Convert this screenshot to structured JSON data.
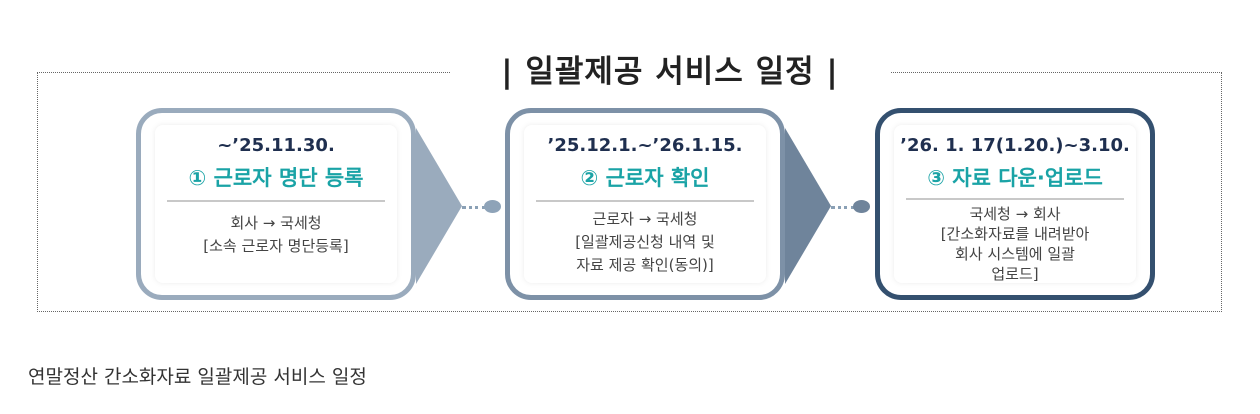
{
  "title": "| 일괄제공 서비스 일정 |",
  "steps": [
    {
      "date": "~’25.11.30.",
      "label": "① 근로자 명단 등록",
      "desc": "회사 → 국세청\n[소속 근로자 명단등록]",
      "color": "#9aabbd"
    },
    {
      "date": "’25.12.1.~’26.1.15.",
      "label": "② 근로자 확인",
      "desc": "근로자 → 국세청\n[일괄제공신청 내역 및\n자료 제공 확인(동의)]",
      "color": "#7d91a7"
    },
    {
      "date": "’26. 1. 17(1.20.)~3.10.",
      "label": "③ 자료 다운·업로드",
      "desc": "국세청 → 회사\n[간소화자료를 내려받아\n회사 시스템에 일괄\n업로드]",
      "color": "#34506f"
    }
  ],
  "caption": "연말정산 간소화자료 일괄제공 서비스 일정"
}
